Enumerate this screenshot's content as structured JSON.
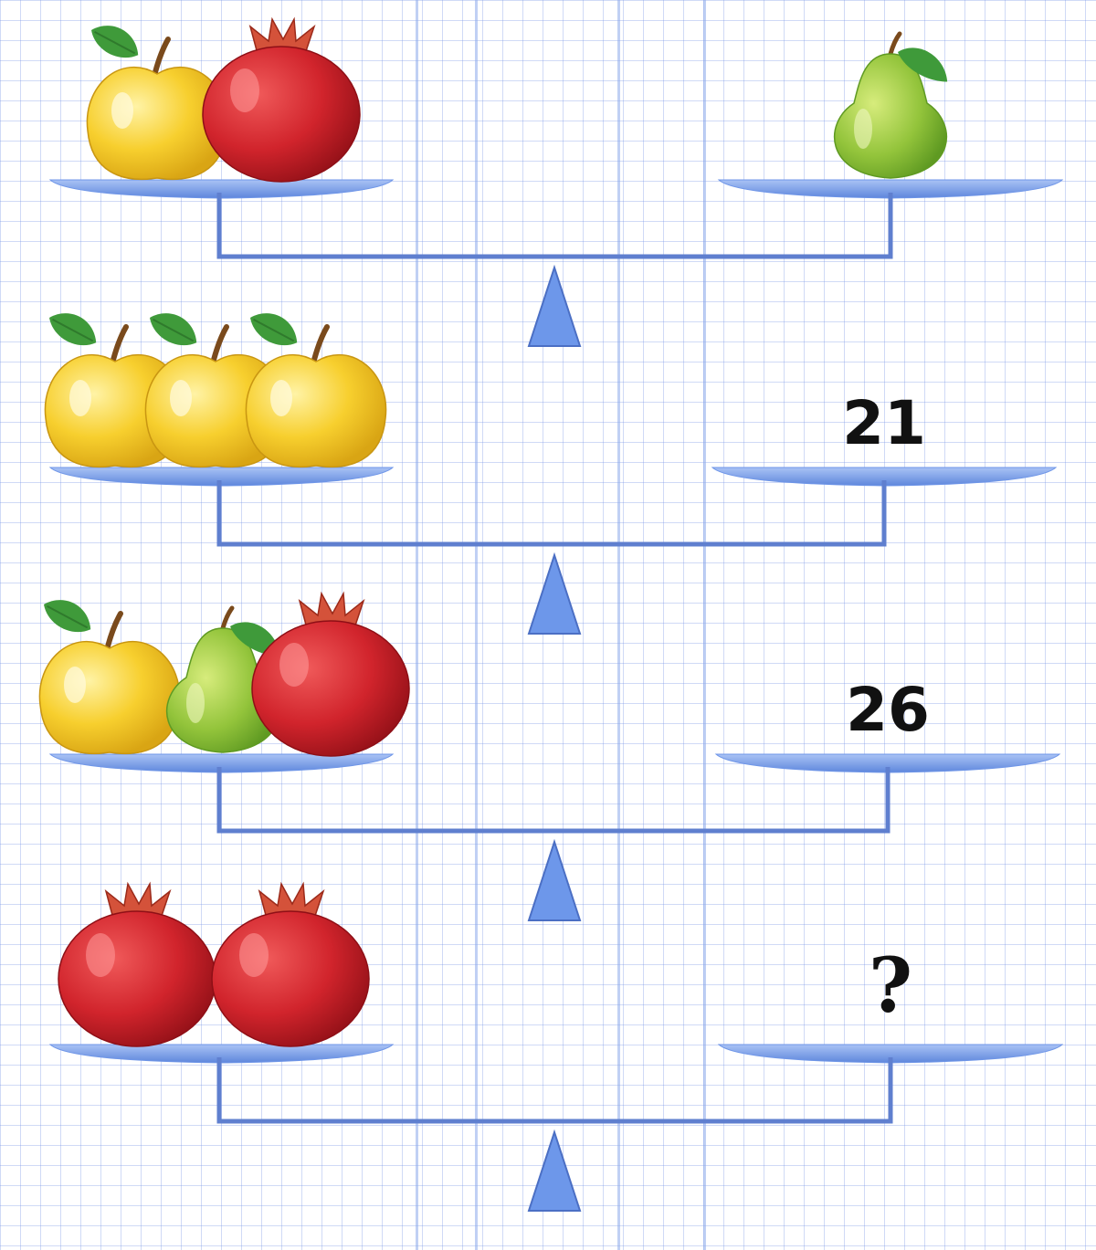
{
  "puzzle": {
    "rows": [
      {
        "left_items": [
          "apple",
          "pomegranate"
        ],
        "right_items": [
          "pear"
        ],
        "right_label": ""
      },
      {
        "left_items": [
          "apple",
          "apple",
          "apple"
        ],
        "right_items": [],
        "right_label": "21"
      },
      {
        "left_items": [
          "apple",
          "pear",
          "pomegranate"
        ],
        "right_items": [],
        "right_label": "26"
      },
      {
        "left_items": [
          "pomegranate",
          "pomegranate"
        ],
        "right_items": [],
        "right_label": "?"
      }
    ]
  },
  "colors": {
    "pan": "#6f96e8",
    "beam": "#5f7fcf",
    "pivot": "#6d97ea",
    "apple": "#f7cf2e",
    "pear": "#93c43b",
    "pomegranate": "#d1242c",
    "leaf": "#3f9a3a"
  }
}
